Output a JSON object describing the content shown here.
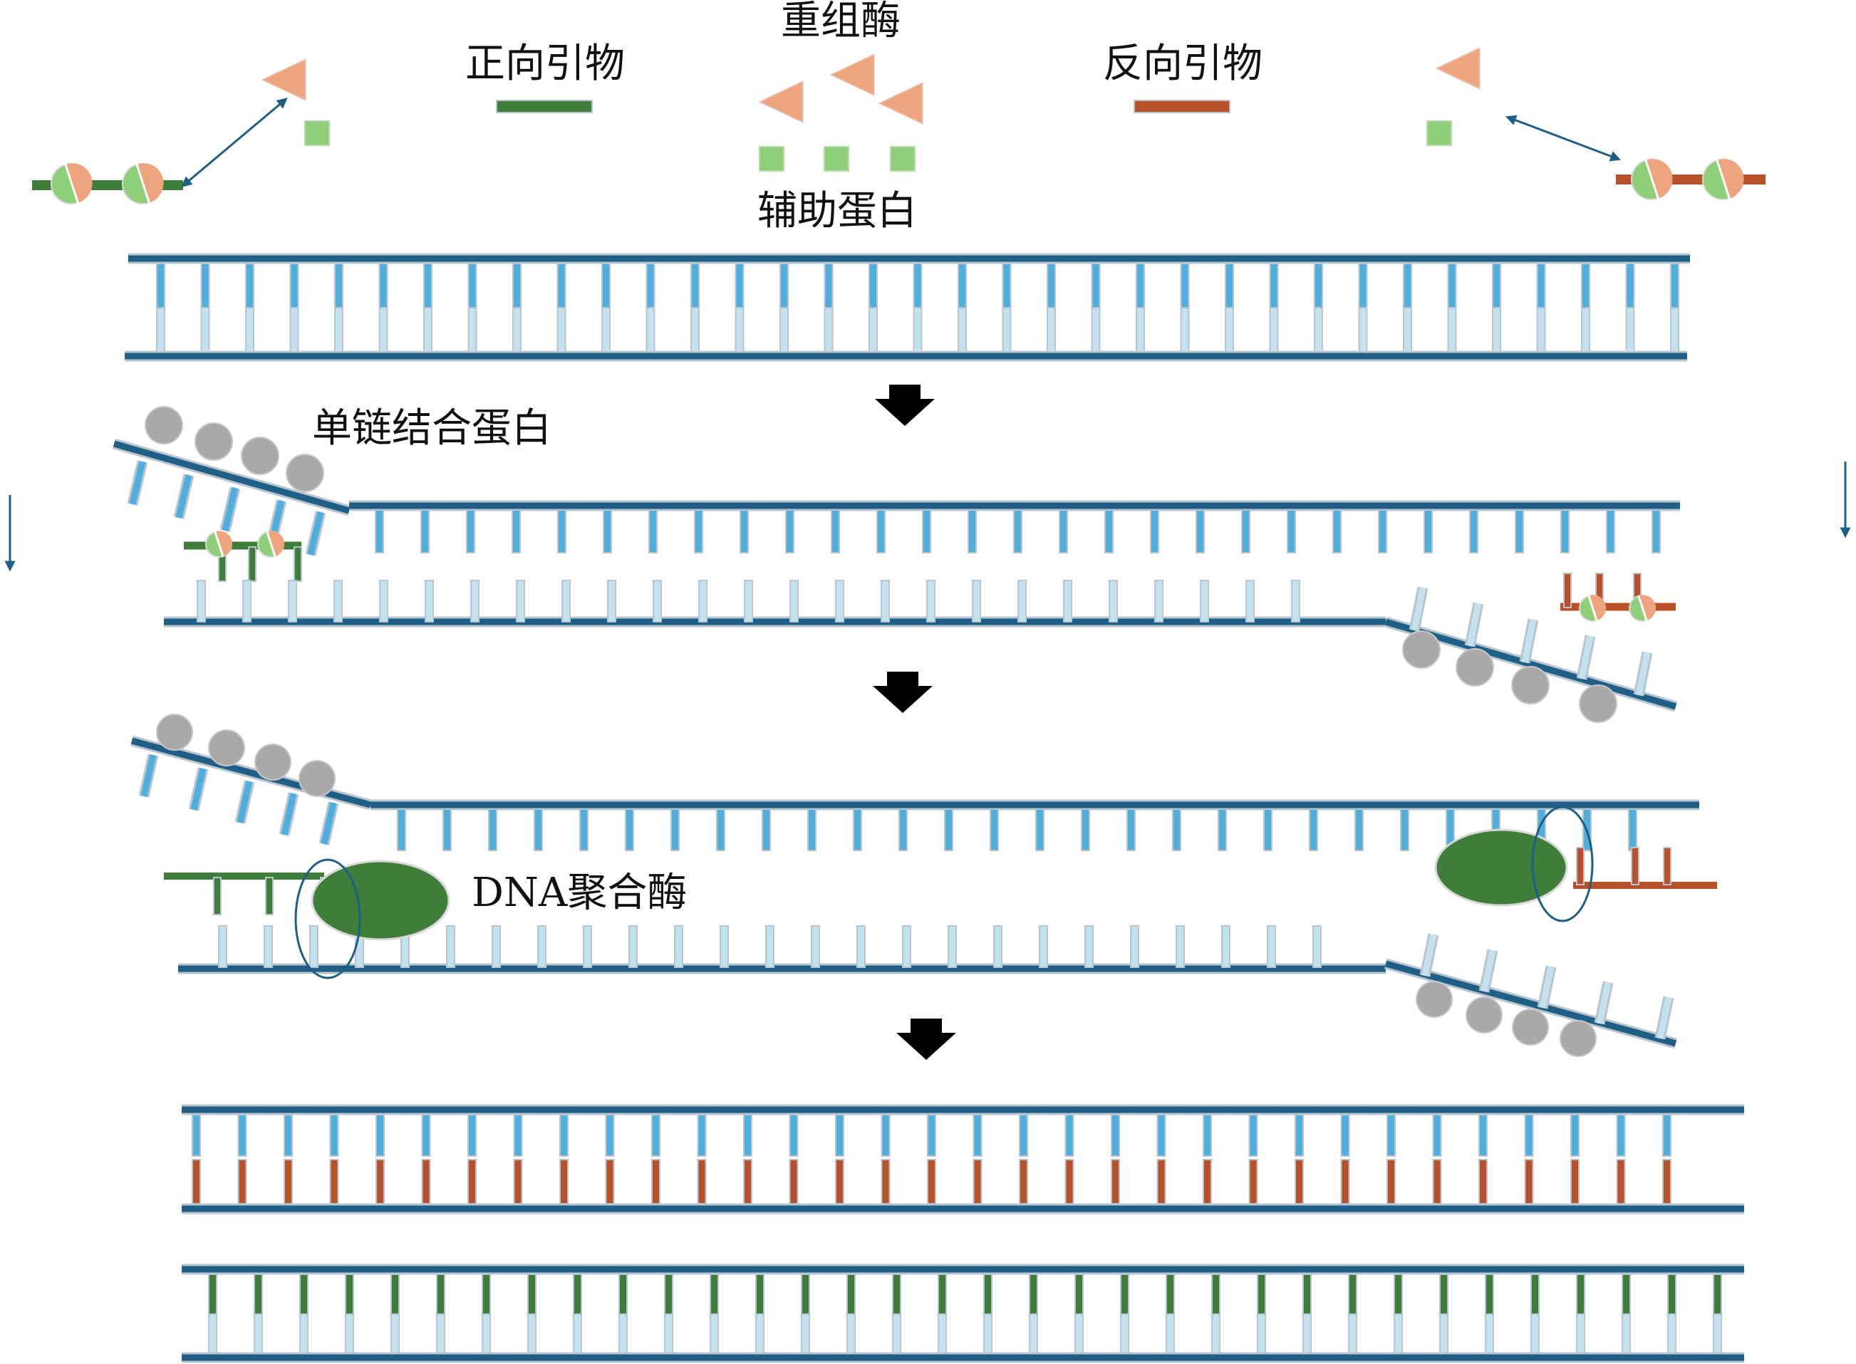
{
  "labels": {
    "recombinase": "重组酶",
    "forward_primer": "正向引物",
    "reverse_primer": "反向引物",
    "accessory_protein": "辅助蛋白",
    "ssb": "单链结合蛋白",
    "polymerase": "DNA聚合酶"
  },
  "colors": {
    "backbone": "#1f5f86",
    "backbone_outline": "#b8c4ce",
    "base_blue": "#4eaedd",
    "base_light": "#c4e1ee",
    "forward": "#3e7d3a",
    "reverse": "#b8502a",
    "recombinase": "#eea47e",
    "accessory": "#8fcf7a",
    "ssb": "#a9a9a9",
    "polymerase": "#3e7d3a",
    "arrow": "#000000",
    "annotation": "#1f5f86"
  },
  "steps": [
    {
      "name": "reagents"
    },
    {
      "name": "template-dsDNA"
    },
    {
      "name": "strand-invasion"
    },
    {
      "name": "extension"
    },
    {
      "name": "amplified-products"
    }
  ]
}
